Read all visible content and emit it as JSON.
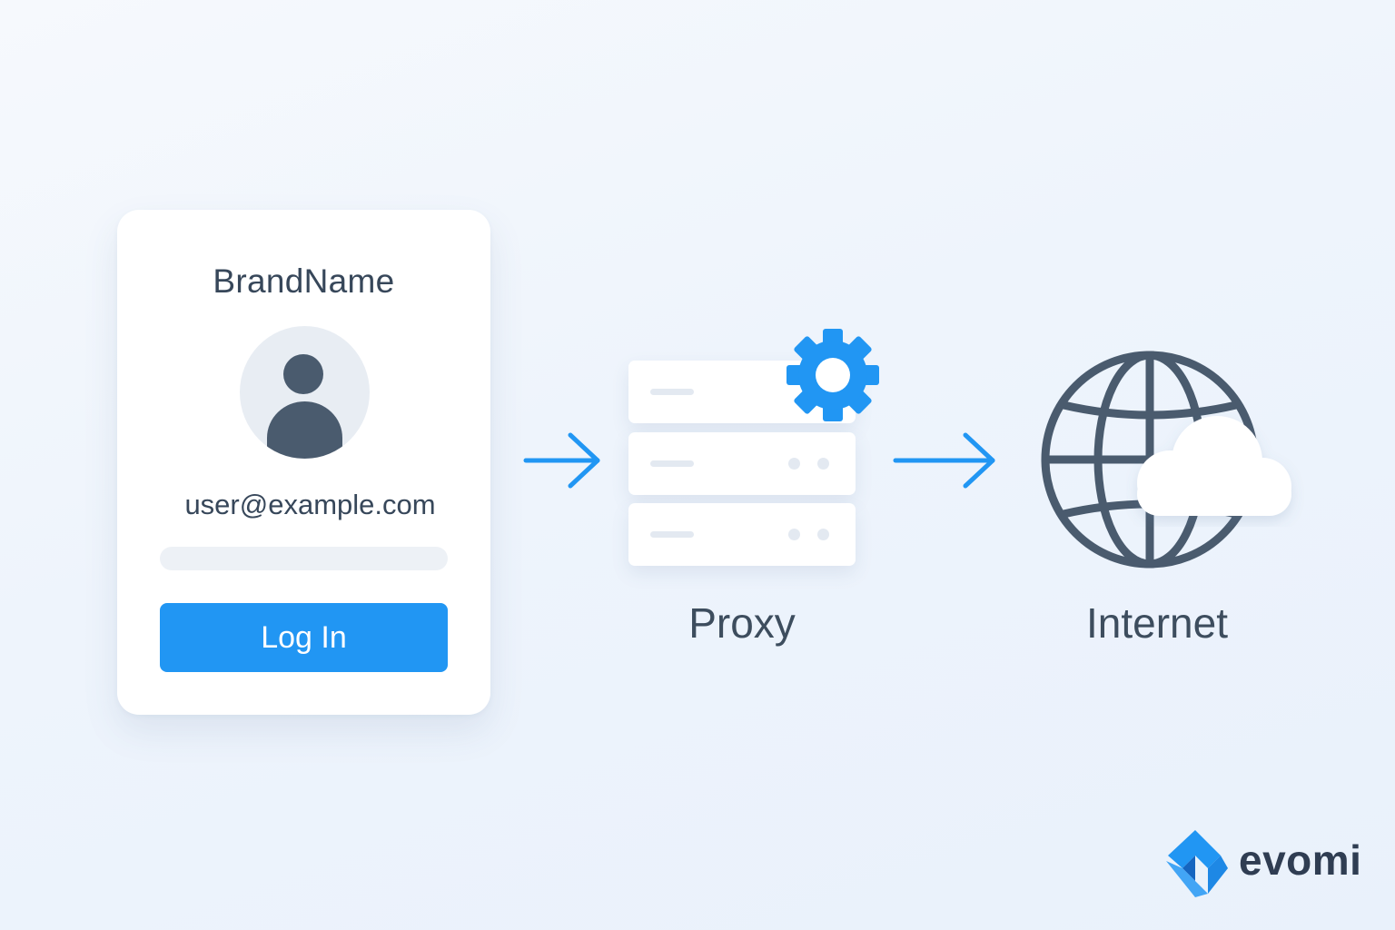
{
  "login_card": {
    "brand_name": "BrandName",
    "email": "user@example.com",
    "login_label": "Log In"
  },
  "proxy": {
    "label": "Proxy"
  },
  "internet": {
    "label": "Internet"
  },
  "logo": {
    "text": "evomi"
  },
  "icons": {
    "avatar": "user-avatar-icon",
    "arrows": "arrow-right-icon",
    "server": "server-stack-icon",
    "gear": "gear-icon",
    "globe": "globe-icon",
    "cloud": "cloud-icon",
    "logo": "evomi-logo-icon"
  },
  "colors": {
    "accent": "#2196f3",
    "text": "#37475a",
    "icon_dark": "#4a5b6e"
  }
}
